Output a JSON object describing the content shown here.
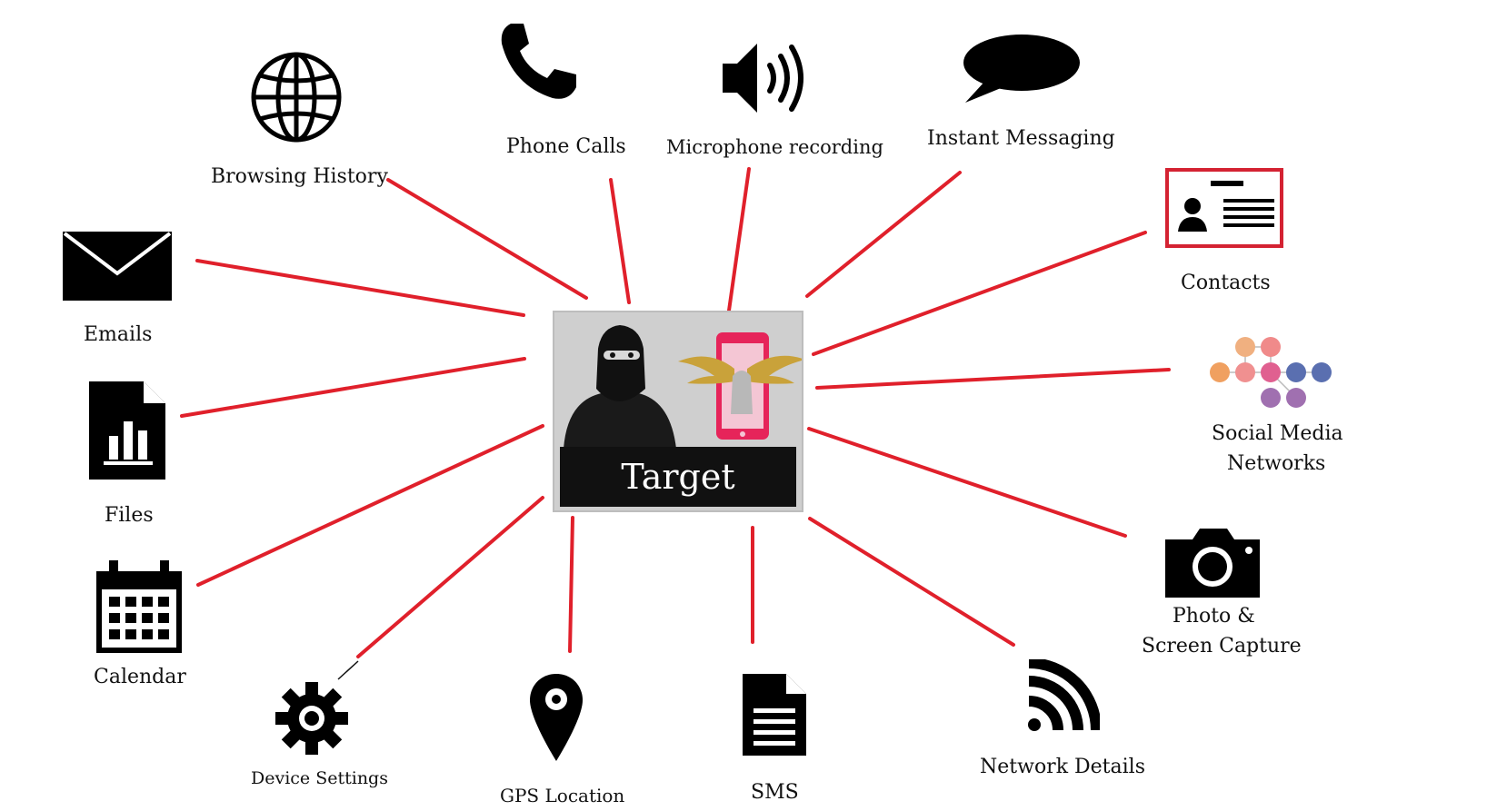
{
  "center": {
    "label": "Target"
  },
  "nodes": {
    "browsing": "Browsing History",
    "phone": "Phone Calls",
    "microphone": "Microphone recording",
    "messaging": "Instant Messaging",
    "contacts": "Contacts",
    "social_line1": "Social Media",
    "social_line2": "Networks",
    "photo_line1": "Photo &",
    "photo_line2": "Screen Capture",
    "network": "Network Details",
    "sms": "SMS",
    "gps": "GPS Location",
    "settings": "Device Settings",
    "calendar": "Calendar",
    "files": "Files",
    "emails": "Emails"
  },
  "colors": {
    "connector": "#e0202b",
    "icon": "#000000",
    "accent": "#d42232"
  },
  "icons": [
    "globe-icon",
    "phone-icon",
    "speaker-icon",
    "speech-bubble-icon",
    "contact-card-icon",
    "social-network-icon",
    "camera-icon",
    "wifi-signal-icon",
    "document-icon",
    "map-pin-icon",
    "gear-icon",
    "calendar-icon",
    "chart-file-icon",
    "envelope-icon",
    "hacker-phone-illustration"
  ]
}
